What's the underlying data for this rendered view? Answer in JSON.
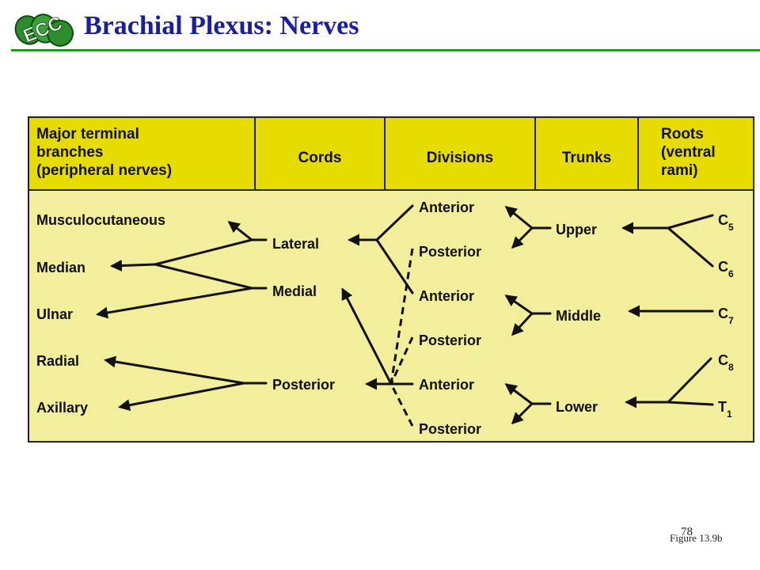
{
  "slide": {
    "title": "Brachial Plexus: Nerves",
    "logo_text": "ECC",
    "page_number": "78",
    "figure_ref": "Figure 13.9b"
  },
  "colors": {
    "title": "#1a1f9e",
    "rule": "#1e9e1e",
    "header_fill": "#e6dc00",
    "body_fill": "#f2ee9c",
    "logo_green": "#2e8b2e"
  },
  "headers": {
    "branches": [
      "Major terminal",
      "branches",
      "(peripheral nerves)"
    ],
    "cords": "Cords",
    "divisions": "Divisions",
    "trunks": "Trunks",
    "roots": [
      "Roots",
      "(ventral",
      "rami)"
    ]
  },
  "branches": [
    "Musculocutaneous",
    "Median",
    "Ulnar",
    "Radial",
    "Axillary"
  ],
  "cords": [
    "Lateral",
    "Medial",
    "Posterior"
  ],
  "divisions": [
    "Anterior",
    "Posterior",
    "Anterior",
    "Posterior",
    "Anterior",
    "Posterior"
  ],
  "trunks": [
    "Upper",
    "Middle",
    "Lower"
  ],
  "roots": [
    {
      "letter": "C",
      "sub": "5"
    },
    {
      "letter": "C",
      "sub": "6"
    },
    {
      "letter": "C",
      "sub": "7"
    },
    {
      "letter": "C",
      "sub": "8"
    },
    {
      "letter": "T",
      "sub": "1"
    }
  ]
}
